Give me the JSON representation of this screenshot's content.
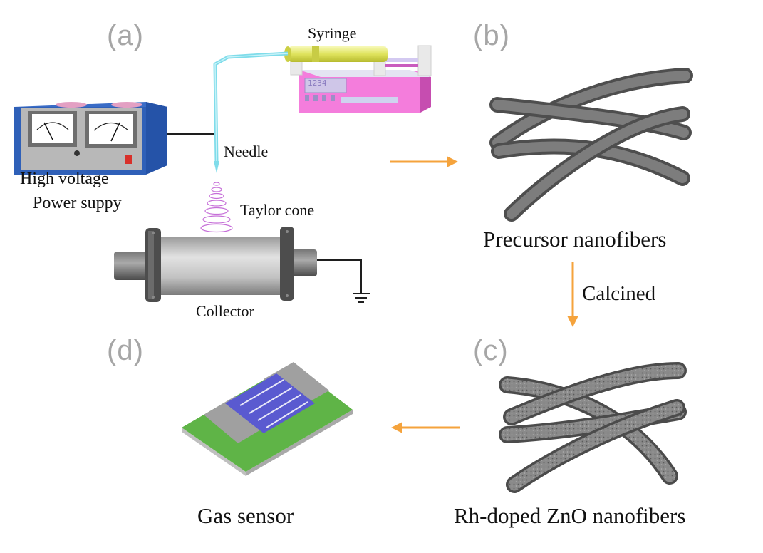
{
  "panels": {
    "a": "(a)",
    "b": "(b)",
    "c": "(c)",
    "d": "(d)"
  },
  "labels": {
    "syringe": "Syringe",
    "needle": "Needle",
    "power_line1": "High voltage",
    "power_line2": "Power suppy",
    "taylor_cone": "Taylor cone",
    "collector": "Collector",
    "pump_display": "1234",
    "precursor": "Precursor nanofibers",
    "calcined": "Calcined",
    "rh_doped": "Rh-doped ZnO nanofibers",
    "gas_sensor": "Gas sensor"
  },
  "colors": {
    "arrow": "#f5a33c",
    "panel_label": "#a6a6a6",
    "power_box": "#2f60b8",
    "pump_body": "#f36ad6",
    "syringe_barrel": "#e6ea6c",
    "needle": "#7fdcea",
    "taylor_cone": "#c66fd8",
    "fiber": "#6f6f6f",
    "sensor_substrate": "#5fb447",
    "sensor_electrode": "#5a5ad0"
  }
}
